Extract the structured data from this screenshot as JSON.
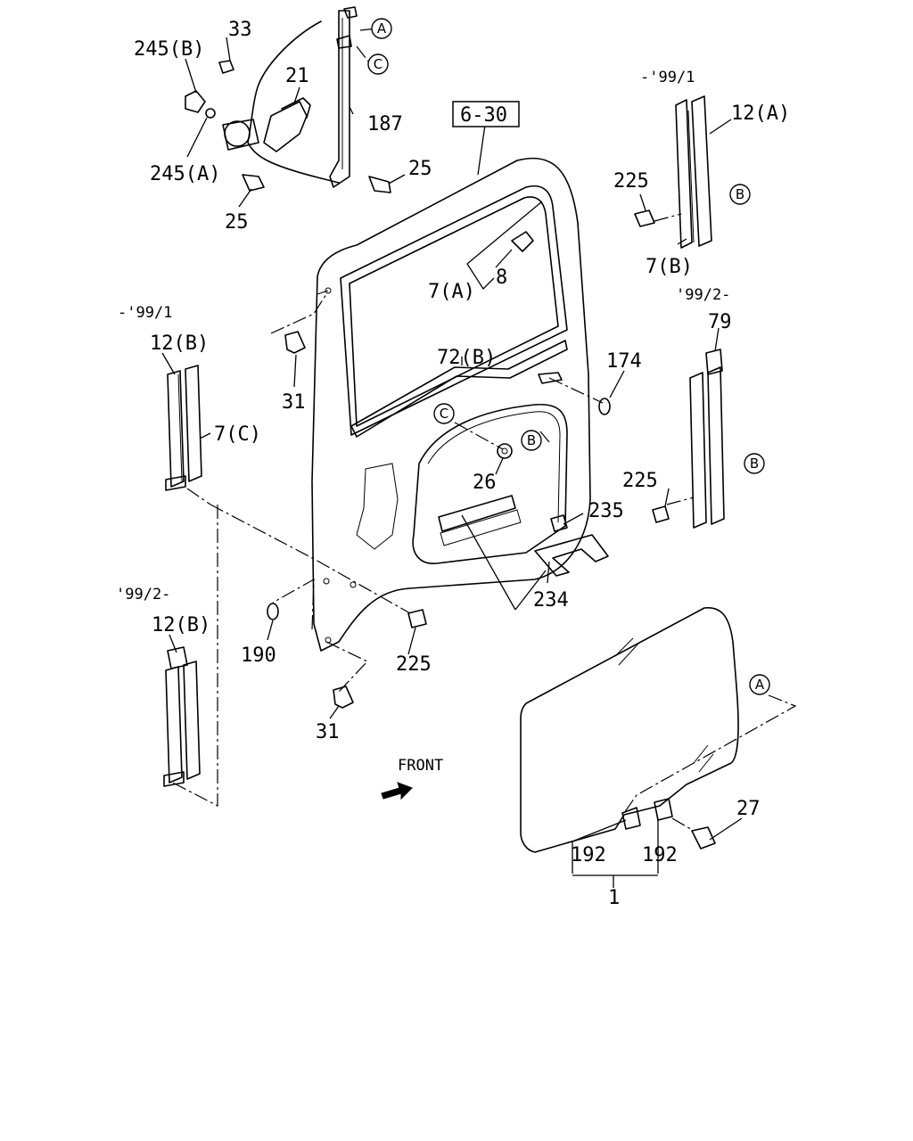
{
  "labels": {
    "l245b": "245(B)",
    "l33": "33",
    "l21": "21",
    "l187": "187",
    "l245a": "245(A)",
    "l25a": "25",
    "l25b": "25",
    "ref630": "6-30",
    "l7a": "7(A)",
    "l8": "8",
    "l72b": "72(B)",
    "l174": "174",
    "l225a": "225",
    "l12a": "12(A)",
    "l7b": "7(B)",
    "l79": "79",
    "l225b": "225",
    "l12b_top": "12(B)",
    "l7c": "7(C)",
    "l31a": "31",
    "l26": "26",
    "l235": "235",
    "l234": "234",
    "l12b_bot": "12(B)",
    "l190": "190",
    "l225c": "225",
    "l31b": "31",
    "front": "FRONT",
    "l27": "27",
    "l192a": "192",
    "l192b": "192",
    "l1": "1"
  },
  "date_codes": {
    "top_right": "-'99/1",
    "mid_right": "'99/2-",
    "left_top": "-'99/1",
    "left_bottom": "'99/2-"
  },
  "callouts": {
    "A": "A",
    "B": "B",
    "C": "C"
  }
}
